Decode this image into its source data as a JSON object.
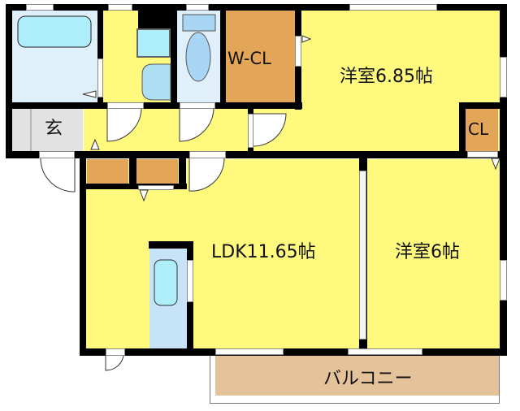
{
  "floorplan": {
    "rooms": {
      "western_room_1": {
        "label": "洋室6.85帖",
        "type": "Western-style room",
        "size_jo": 6.85
      },
      "western_room_2": {
        "label": "洋室6帖",
        "type": "Western-style room",
        "size_jo": 6
      },
      "ldk": {
        "label": "LDK11.65帖",
        "type": "Living/Dining/Kitchen",
        "size_jo": 11.65
      },
      "walk_in_closet": {
        "label": "W-CL"
      },
      "closet": {
        "label": "CL"
      },
      "entrance": {
        "label": "玄"
      },
      "balcony": {
        "label": "バルコニー"
      },
      "bathroom": {
        "label": ""
      },
      "washroom": {
        "label": ""
      },
      "toilet": {
        "label": ""
      },
      "storage_left": {
        "label": ""
      },
      "storage_right": {
        "label": ""
      }
    },
    "colors": {
      "room_yellow": "#fffa7e",
      "wet_area_blue": "#c6e3f7",
      "closet_orange": "#e3a557",
      "entrance_gray": "#e2e2e2",
      "balcony_tan": "#e5c39a",
      "wall": "#000000"
    }
  }
}
